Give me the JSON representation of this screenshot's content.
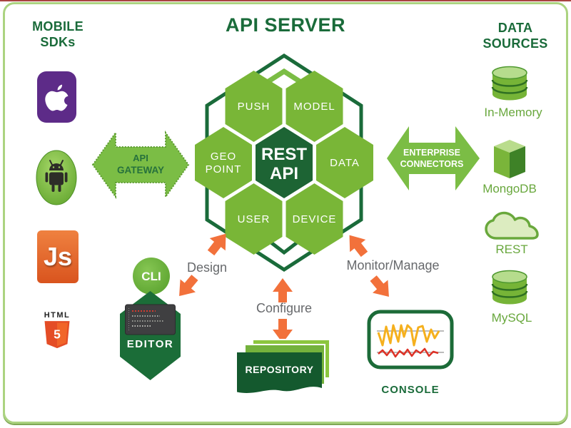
{
  "header": {
    "title": "API SERVER"
  },
  "mobile": {
    "heading1": "MOBILE",
    "heading2": "SDKs",
    "js_label": "Js",
    "html_label": "HTML",
    "html5_number": "5",
    "icon_names": [
      "apple-icon",
      "android-icon",
      "javascript-icon",
      "html5-icon"
    ]
  },
  "sources": {
    "heading1": "DATA",
    "heading2": "SOURCES",
    "items": [
      "In-Memory",
      "MongoDB",
      "REST",
      "MySQL"
    ],
    "icon_names": [
      "database-cylinder-icon",
      "cube-icon",
      "cloud-icon",
      "database-cylinder-icon"
    ]
  },
  "gateway": {
    "line1": "API",
    "line2": "GATEWAY"
  },
  "connectors": {
    "line1": "ENTERPRISE",
    "line2": "CONNECTORS"
  },
  "hive": {
    "center1": "REST",
    "center2": "API",
    "push": "PUSH",
    "model": "MODEL",
    "geo1": "GEO",
    "geo2": "POINT",
    "data": "DATA",
    "user": "USER",
    "device": "DEVICE"
  },
  "flows": {
    "design": "Design",
    "configure": "Configure",
    "monitor": "Monitor/Manage"
  },
  "tools": {
    "cli": "CLI",
    "editor": "EDITOR",
    "repository": "REPOSITORY",
    "console": "CONSOLE"
  },
  "colors": {
    "hex_green": "#79b637",
    "dark_green": "#1a6b3a",
    "rest_hex_green": "#1d6434",
    "arrow_green": "#7bbd45",
    "orange": "#f2713b",
    "gray_text": "#67696c",
    "source_label_green": "#68a73c",
    "apple_purple": "#5d2b88",
    "js_orange": "#e2571f",
    "html5_orange": "#e44d26",
    "border_green": "#abd380",
    "console_yellow": "#f5b01e",
    "console_red": "#dd3227"
  }
}
